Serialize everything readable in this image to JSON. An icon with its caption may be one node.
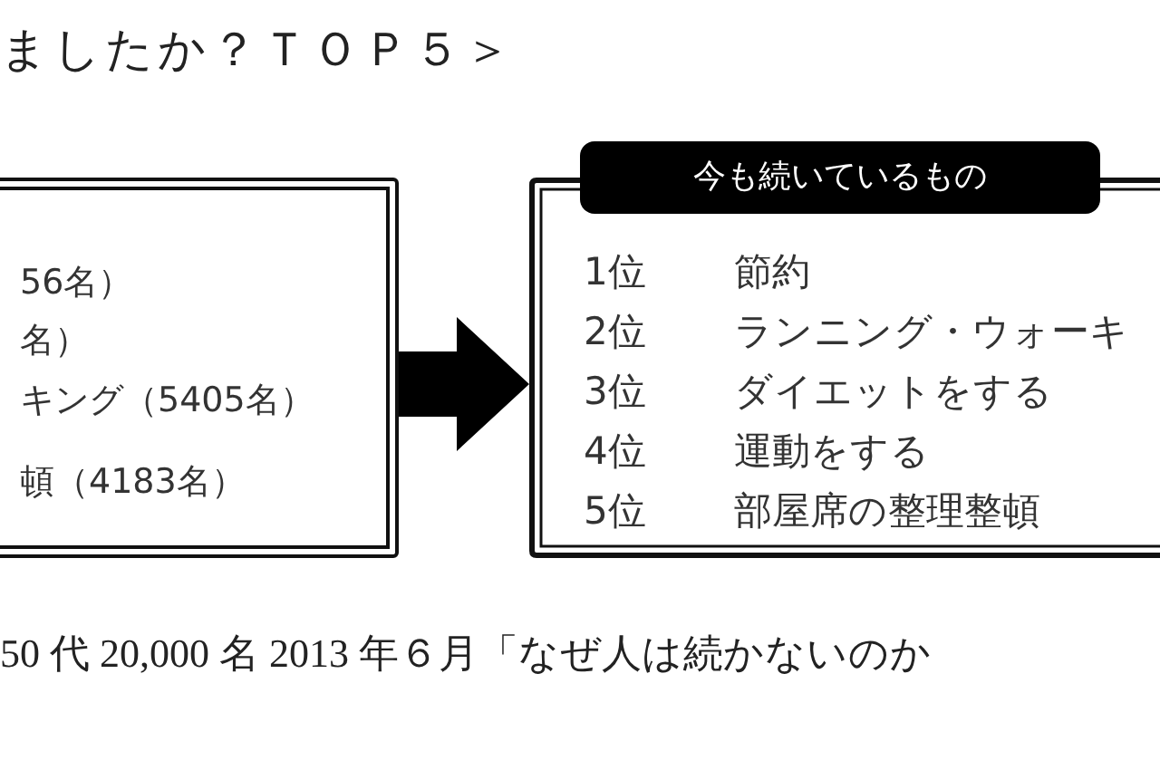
{
  "diagram": {
    "title": "ましたか？ＴＯＰ５＞",
    "caption": "50 代 20,000 名 2013 年６月「なぜ人は続かないのか",
    "nodes": [
      {
        "text": [
          "56名）",
          "名）",
          "キング（5405名）",
          "頓（4183名）"
        ]
      },
      {
        "text": [
          "1位",
          "節約",
          "2位",
          "ランニング・ウォーキ",
          "3位",
          "ダイエットをする",
          "4位",
          "運動をする",
          "5位",
          "部屋席の整理整頓"
        ]
      },
      {
        "text": [
          "今も続いているもの"
        ],
        "in": 1
      }
    ],
    "edges": [
      {
        "from": 0,
        "to": 1,
        "arrow": "to",
        "style": "thick"
      }
    ]
  }
}
